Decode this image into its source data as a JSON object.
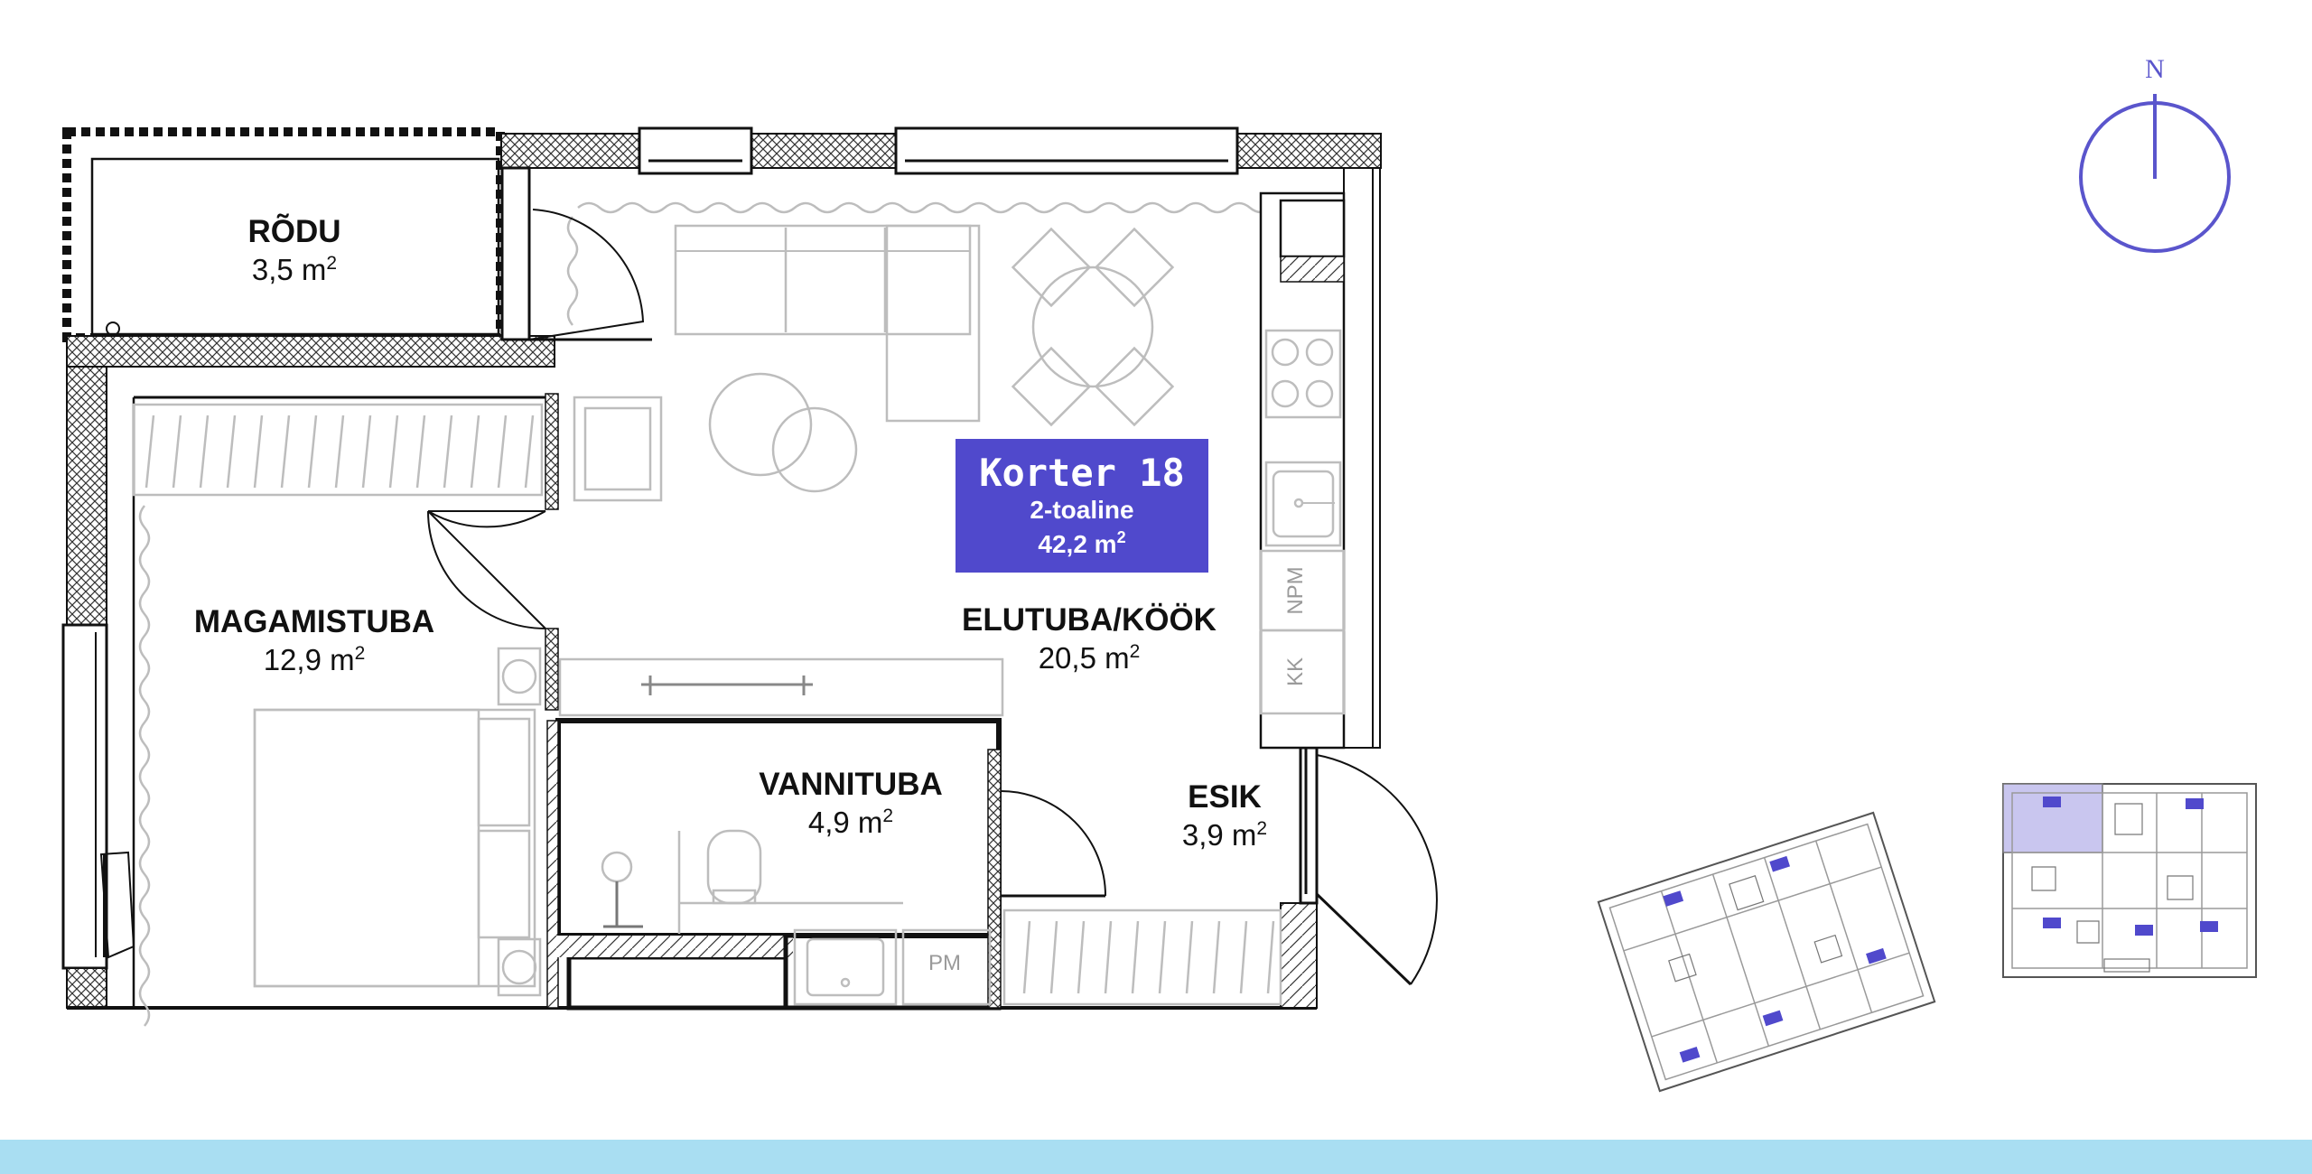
{
  "apartment": {
    "title": "Korter 18",
    "type": "2-toaline",
    "area_value": "42,2 m",
    "area_sup": "2"
  },
  "rooms": [
    {
      "name": "RÕDU",
      "area": "3,5 m",
      "sup": "2"
    },
    {
      "name": "MAGAMISTUBA",
      "area": "12,9 m",
      "sup": "2"
    },
    {
      "name": "ELUTUBA/KÖÖK",
      "area": "20,5 m",
      "sup": "2"
    },
    {
      "name": "VANNITUBA",
      "area": "4,9 m",
      "sup": "2"
    },
    {
      "name": "ESIK",
      "area": "3,9 m",
      "sup": "2"
    }
  ],
  "fixtures": {
    "npm": "NPM",
    "kk": "KK",
    "pm": "PM"
  },
  "compass": {
    "letter": "N",
    "icon": "north-compass-icon"
  },
  "colors": {
    "accent": "#5049cc",
    "compass": "#5a55cc",
    "band": "#a9def2",
    "wall_hatch": "#111111"
  }
}
